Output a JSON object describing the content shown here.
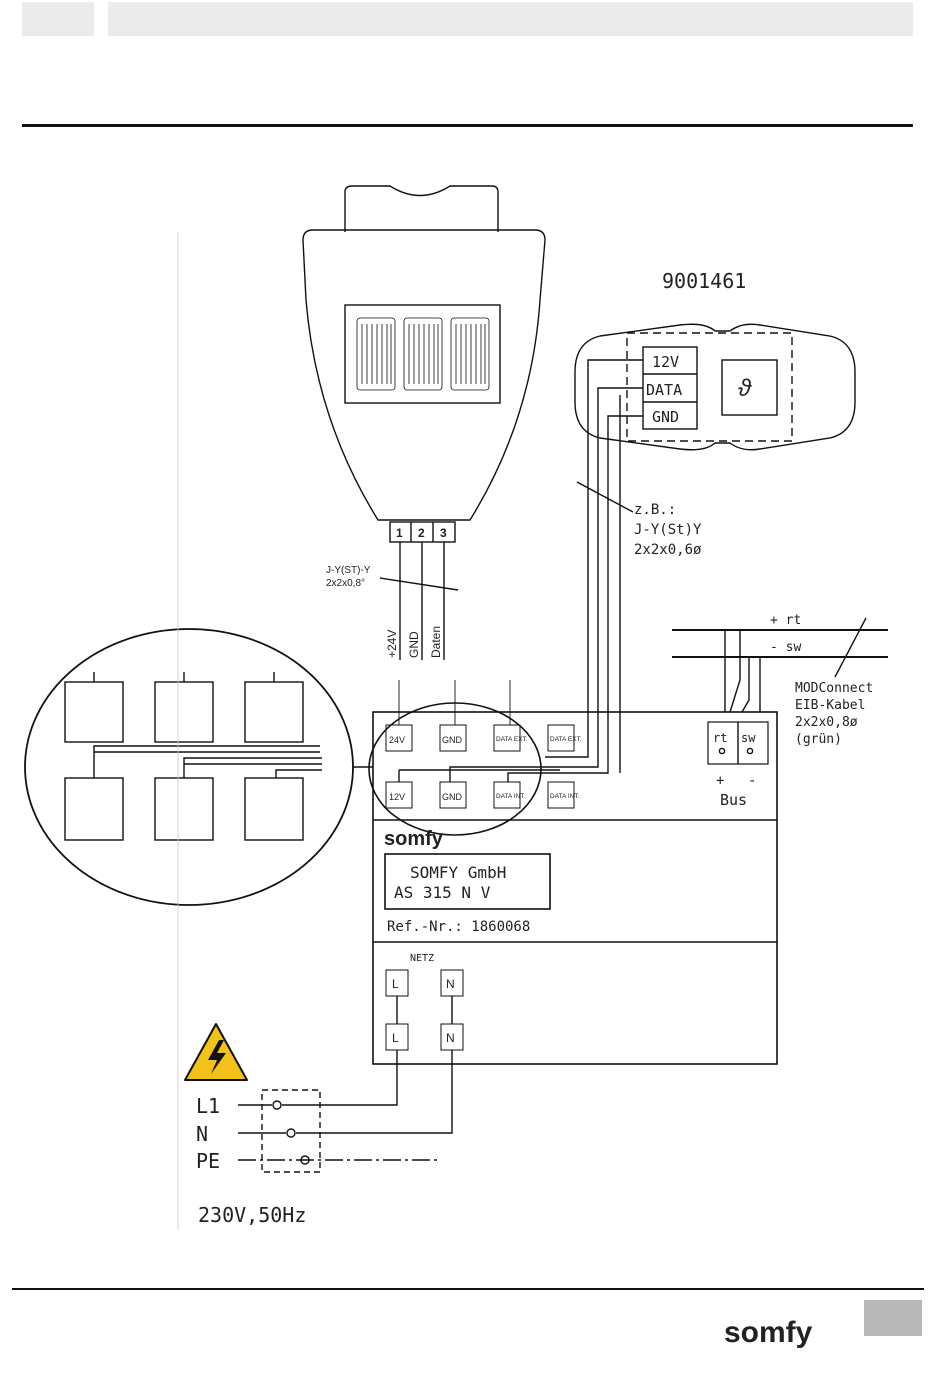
{
  "diagram": {
    "sensor_pins": [
      "1",
      "2",
      "3"
    ],
    "sensor_cable_type": "J-Y(ST)-Y",
    "sensor_cable_spec": "2x2x0,8°",
    "sensor_wire_labels": [
      "+24V",
      "GND",
      "Daten"
    ],
    "module": {
      "part_number": "9001461",
      "terminals": [
        "12V",
        "DATA",
        "GND"
      ],
      "symbol": "ϑ"
    },
    "module_cable": {
      "prefix": "z.B.:",
      "type": "J-Y(St)Y",
      "spec": "2x2x0,6ø"
    },
    "bus": {
      "plus_label": "+ rt",
      "minus_label": "- sw",
      "cable_lines": [
        "MODConnect",
        "EIB-Kabel",
        "2x2x0,8ø",
        "(grün)"
      ],
      "terminal_rt": "rt",
      "terminal_sw": "sw",
      "polarity_plus": "+",
      "polarity_minus": "-",
      "bus_label": "Bus"
    },
    "controller": {
      "terminals_top": [
        "24V",
        "GND",
        "DATA EXT.",
        "DATA EXT."
      ],
      "terminals_bottom": [
        "12V",
        "GND",
        "DATA INT.",
        "DATA INT."
      ],
      "brand": "somfy",
      "label_line1": "SOMFY GmbH",
      "label_line2": "AS 315 N V",
      "ref": "Ref.-Nr.: 1860068",
      "netz_label": "NETZ",
      "netz_terminals": [
        "L",
        "N",
        "L",
        "N"
      ]
    },
    "mains": {
      "lines": [
        "L1",
        "N",
        "PE"
      ],
      "spec": "230V,50Hz"
    }
  },
  "footer": {
    "brand": "somfy"
  },
  "colors": {
    "line": "#111111",
    "warning_yellow": "#f2c21b",
    "header_gray": "#ebebeb",
    "page_box": "#b8b8b8"
  }
}
